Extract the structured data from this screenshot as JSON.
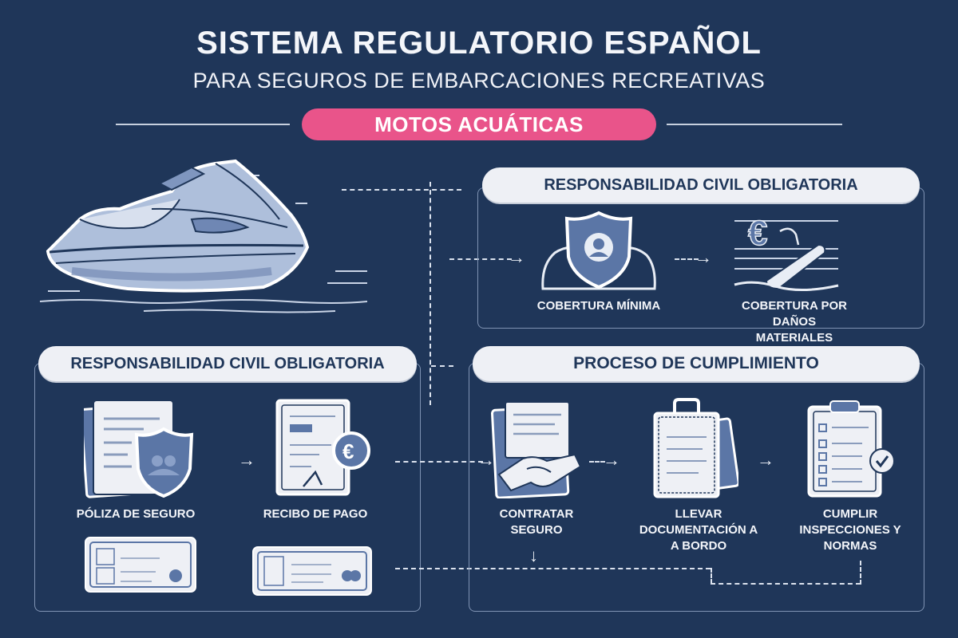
{
  "header": {
    "title": "SISTEMA REGULATORIO ESPAÑOL",
    "subtitle": "PARA SEGUROS DE EMBARCACIONES RECREATIVAS",
    "category_badge": "MOTOS ACUÁTICAS"
  },
  "colors": {
    "background": "#1f3659",
    "accent_pink": "#e9548a",
    "pill_background": "#eef0f5",
    "text_dark": "#1f3659",
    "icon_blue": "#5b76a6"
  },
  "illustration": {
    "icon": "jet-ski-icon"
  },
  "panel_top_right": {
    "header": "RESPONSABILIDAD CIVIL OBLIGATORIA",
    "items": [
      {
        "icon": "shield-people-icon",
        "label": "COBERTURA MÍNIMA"
      },
      {
        "icon": "boat-euro-icon",
        "label_line1": "COBERTURA POR DAÑOS",
        "label_line2": "MATERIALES"
      }
    ]
  },
  "panel_bottom_left": {
    "header": "RESPONSABILIDAD CIVIL OBLIGATORIA",
    "items": [
      {
        "icon": "policy-document-shield-icon",
        "label": "PÓLIZA DE SEGURO"
      },
      {
        "icon": "receipt-euro-icon",
        "label": "RECIBO DE PAGO"
      }
    ],
    "cards": [
      {
        "icon": "id-card-icon"
      },
      {
        "icon": "registration-card-icon"
      }
    ]
  },
  "panel_bottom_right": {
    "header": "PROCESO DE CUMPLIMIENTO",
    "steps": [
      {
        "icon": "handshake-contract-icon",
        "label_line1": "CONTRATAR",
        "label_line2": "SEGURO"
      },
      {
        "icon": "documents-bag-icon",
        "label_line1": "LLEVAR",
        "label_line2": "DOCUMENTACIÓN A",
        "label_line3": "A BORDO"
      },
      {
        "icon": "checklist-clipboard-icon",
        "label_line1": "CUMPLIR",
        "label_line2": "INSPECCIONES Y",
        "label_line3": "NORMAS"
      }
    ]
  },
  "arrows": {
    "right": "→",
    "down": "↓"
  }
}
